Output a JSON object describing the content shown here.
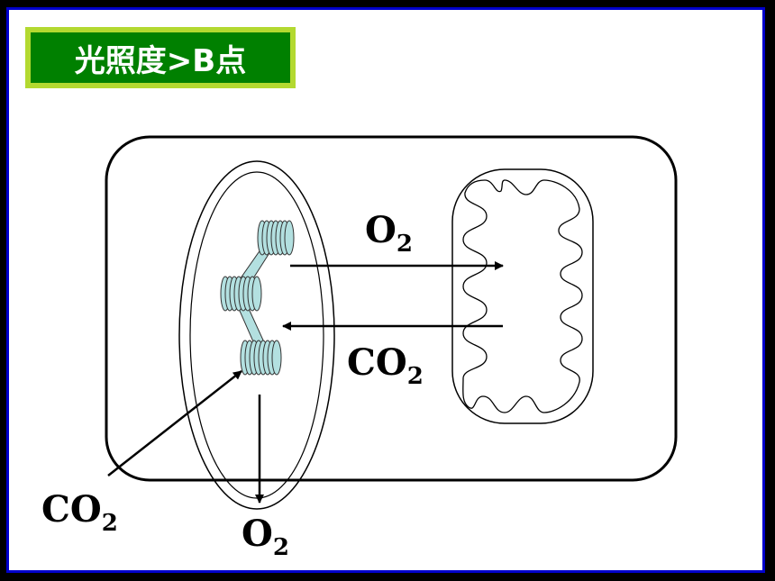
{
  "title": "光照度>B点",
  "labels": {
    "o2_top": {
      "main": "O",
      "sub": "2"
    },
    "co2_mid": {
      "main": "CO",
      "sub": "2"
    },
    "co2_in": {
      "main": "CO",
      "sub": "2"
    },
    "o2_out": {
      "main": "O",
      "sub": "2"
    }
  },
  "colors": {
    "background": "#000000",
    "slide_border": "#0000cc",
    "title_fill": "#008000",
    "title_border": "#b3d930",
    "grana": "#b3e0e0"
  }
}
